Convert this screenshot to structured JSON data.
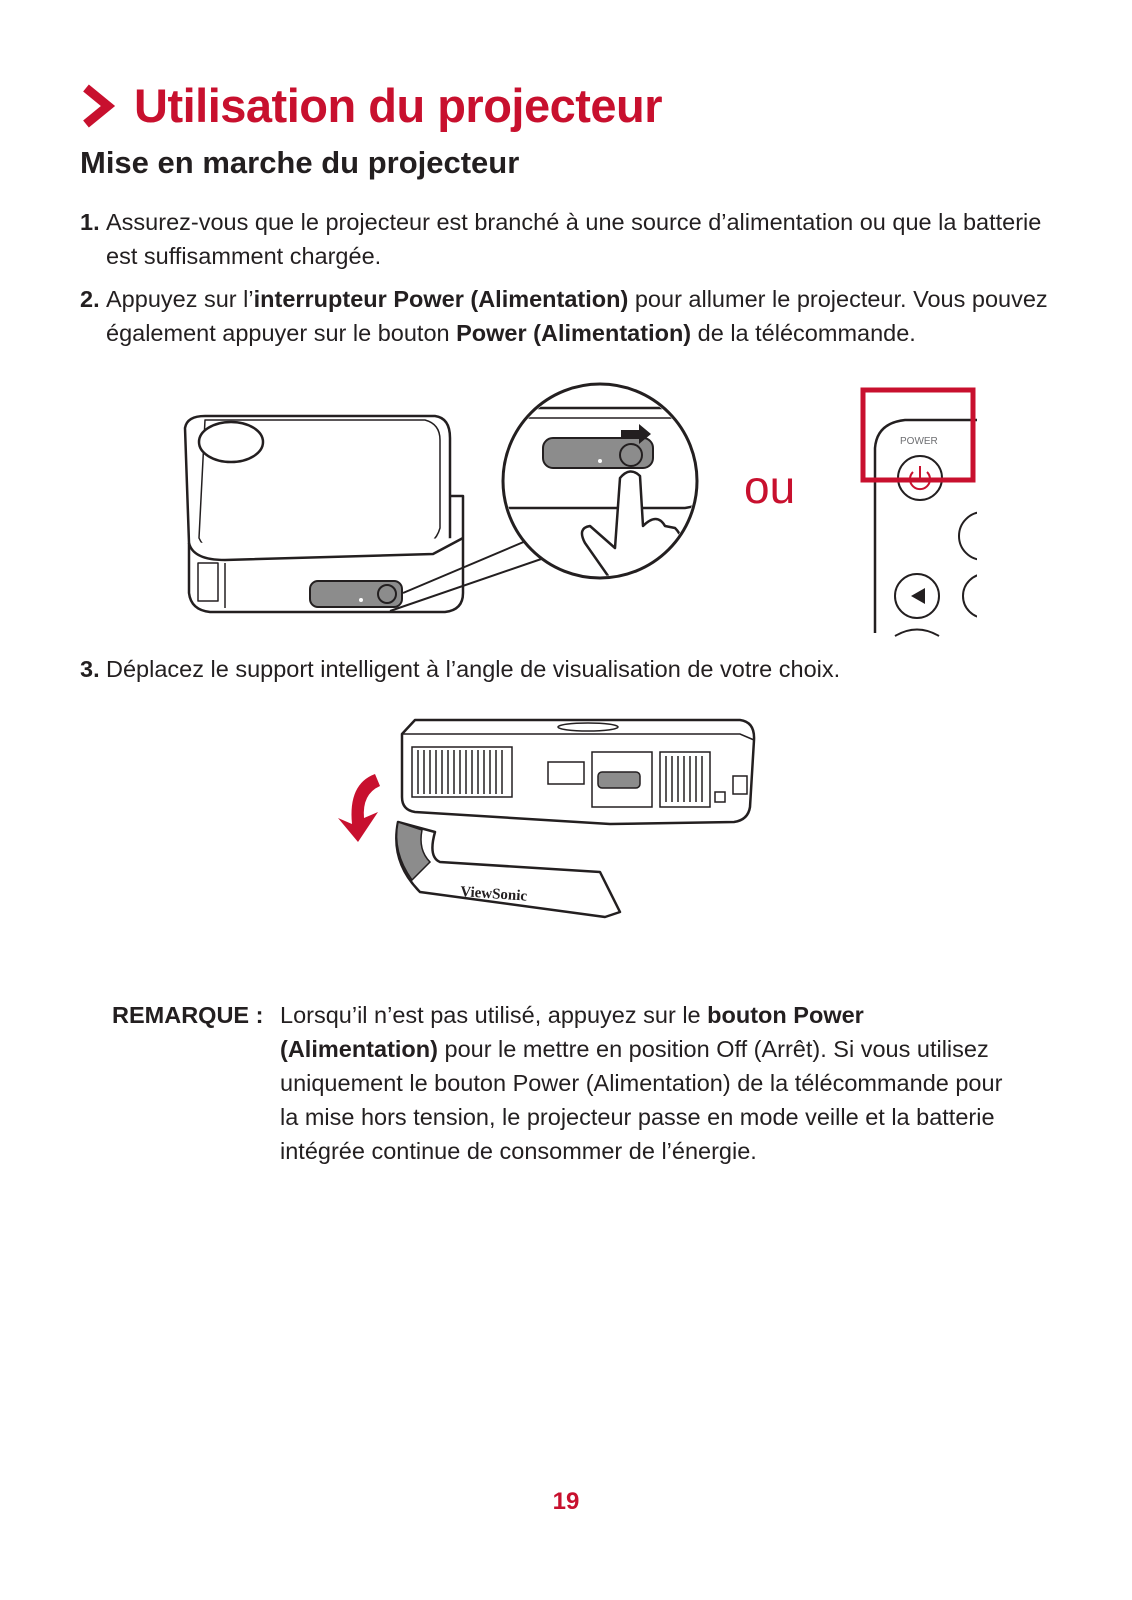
{
  "chapter": {
    "title": "Utilisation du projecteur"
  },
  "section": {
    "title": "Mise en marche du projecteur"
  },
  "steps": [
    {
      "number": "1.",
      "text": "Assurez-vous que le projecteur est branché à une source d’alimentation ou que la batterie est suffisamment chargée."
    },
    {
      "number": "2.",
      "text_a": "Appuyez sur l’",
      "bold_a": "interrupteur Power (Alimentation)",
      "text_b": " pour allumer le projecteur. Vous pouvez également appuyer sur le bouton ",
      "bold_b": "Power (Alimentation)",
      "text_c": " de la télécommande."
    },
    {
      "number": "3.",
      "text": "Déplacez le support intelligent à l’angle de visualisation de votre choix."
    }
  ],
  "figure1": {
    "or_label": "ou",
    "remote_power_label": "POWER"
  },
  "figure2": {
    "brand_label": "ViewSonic"
  },
  "note": {
    "label": "REMARQUE :",
    "text_a": "Lorsqu’il n’est pas utilisé, appuyez sur le ",
    "bold_a": "bouton Power (Alimentation)",
    "text_b": " pour le mettre en position Off (Arrêt). Si vous utilisez uniquement le bouton Power (Alimentation) de la télécommande pour la mise hors tension, le projecteur passe en mode veille et la batterie intégrée continue de consommer de l’énergie."
  },
  "page_number": "19",
  "colors": {
    "accent": "#c8102e",
    "text": "#231f20"
  }
}
